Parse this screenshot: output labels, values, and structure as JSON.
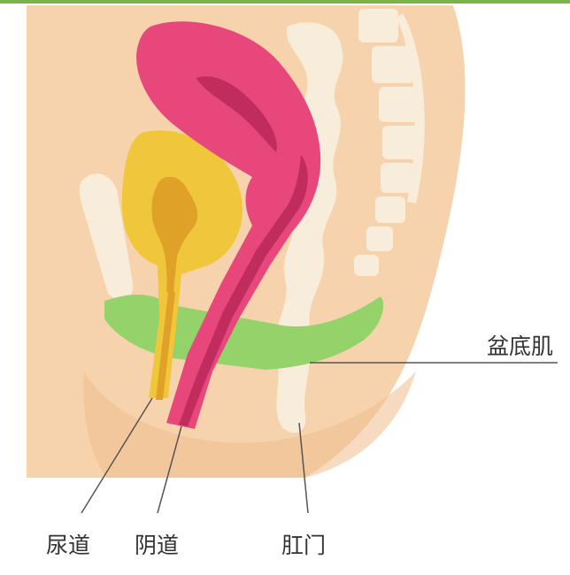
{
  "labels": {
    "pelvic_floor_muscle": "盆底肌",
    "urethra": "尿道",
    "vagina": "阴道",
    "anus": "肛门"
  },
  "colors": {
    "top_border": "#7bb24a",
    "body_skin": "#f7d3ad",
    "body_skin_dark": "#efbd8e",
    "bone": "#f8ecdb",
    "pelvic_floor": "#93d36a",
    "bladder": "#f0c63a",
    "bladder_inner": "#dfa127",
    "uterus": "#e7477a",
    "uterus_dark": "#c12c5e",
    "leader_line": "#333333"
  }
}
